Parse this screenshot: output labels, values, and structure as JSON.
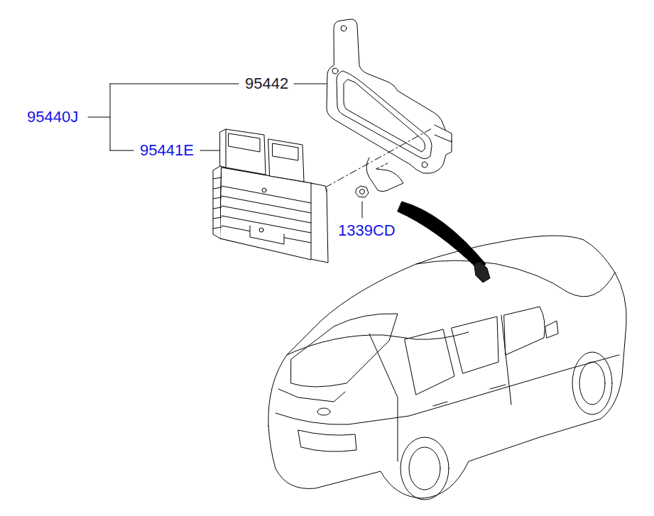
{
  "diagram": {
    "labels": [
      "95440J",
      "95442",
      "95441E",
      "1339CD"
    ]
  }
}
